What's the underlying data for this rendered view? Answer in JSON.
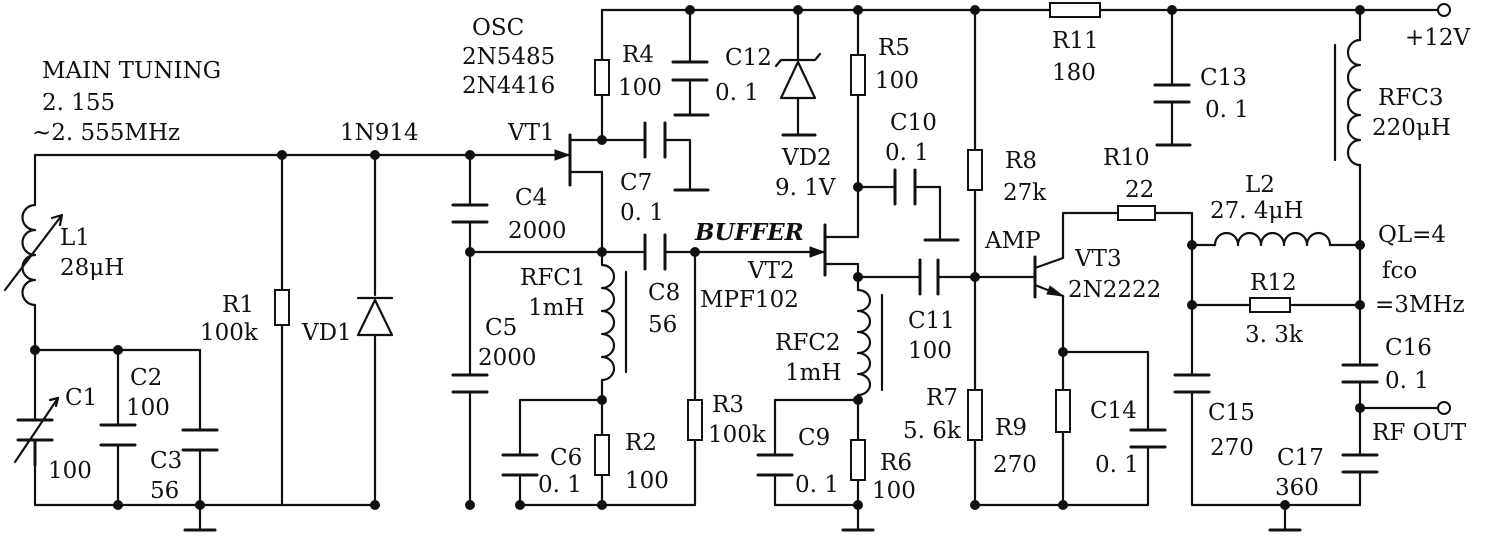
{
  "labels": {
    "main_tuning": "MAIN  TUNING",
    "range1": "2. 155",
    "range2": "~2. 555MHz",
    "osc": "OSC",
    "osc_p1": "2N5485",
    "osc_p2": "2N4416",
    "buffer": "BUFFER",
    "amp": "AMP",
    "d1n914": "1N914",
    "vt1": "VT1",
    "vt2": "VT2",
    "vt2_part": "MPF102",
    "vt3": "VT3",
    "vt3_part": "2N2222",
    "vd1": "VD1",
    "vd2": "VD2",
    "vd2_val": "9. 1V",
    "l1": "L1",
    "l1_val": "28μH",
    "l2": "L2",
    "l2_val": "27. 4μH",
    "rfc1": "RFC1",
    "rfc1_val": "1mH",
    "rfc2": "RFC2",
    "rfc2_val": "1mH",
    "rfc3": "RFC3",
    "rfc3_val": "220μH",
    "r1": "R1",
    "r1_val": "100k",
    "r2": "R2",
    "r2_val": "100",
    "r3": "R3",
    "r3_val": "100k",
    "r4": "R4",
    "r4_val": "100",
    "r5": "R5",
    "r5_val": "100",
    "r6": "R6",
    "r6_val": "100",
    "r7": "R7",
    "r7_val": "5. 6k",
    "r8": "R8",
    "r8_val": "27k",
    "r9": "R9",
    "r9_val": "270",
    "r10": "R10",
    "r10_val": "22",
    "r11": "R11",
    "r11_val": "180",
    "r12": "R12",
    "r12_val": "3. 3k",
    "c1": "C1",
    "c1_val": "100",
    "c2": "C2",
    "c2_val": "100",
    "c3": "C3",
    "c3_val": "56",
    "c4": "C4",
    "c4_val": "2000",
    "c5": "C5",
    "c5_val": "2000",
    "c6": "C6",
    "c6_val": "0. 1",
    "c7": "C7",
    "c7_val": "0. 1",
    "c8": "C8",
    "c8_val": "56",
    "c9": "C9",
    "c9_val": "0. 1",
    "c10": "C10",
    "c10_val": "0. 1",
    "c11": "C11",
    "c11_val": "100",
    "c12": "C12",
    "c12_val": "0. 1",
    "c13": "C13",
    "c13_val": "0. 1",
    "c14": "C14",
    "c14_val": "0. 1",
    "c15": "C15",
    "c15_val": "270",
    "c16": "C16",
    "c16_val": "0. 1",
    "c17": "C17",
    "c17_val": "360",
    "supply": "+12V",
    "ql": "QL=4",
    "fco": "fco",
    "fco_val": "=3MHz",
    "rf_out": "RF OUT"
  }
}
